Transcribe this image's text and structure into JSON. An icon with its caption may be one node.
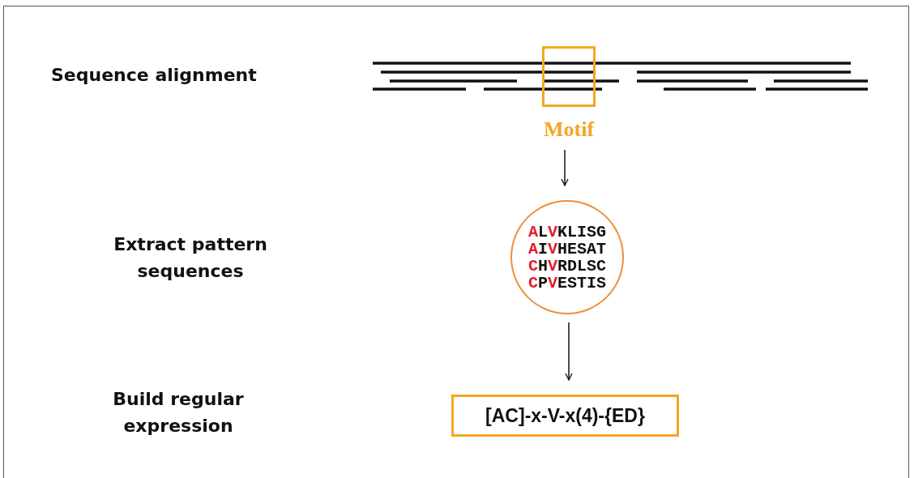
{
  "diagram": {
    "nodes": [
      {
        "text": [
          "Motif"
        ]
      },
      {
        "text": [
          "ALVKLISG",
          "AIVHESAT",
          "CHVRDLSC",
          "CPVESTIS"
        ]
      },
      {
        "text": [
          "[AC]-x-V-x(4)-{ED}"
        ]
      }
    ],
    "edges": [
      {
        "from": 0,
        "to": 1,
        "arrow": "to"
      },
      {
        "from": 1,
        "to": 2,
        "arrow": "to"
      }
    ],
    "labels": [
      "Sequence alignment",
      "Extract pattern sequences",
      "Build regular expression"
    ]
  }
}
